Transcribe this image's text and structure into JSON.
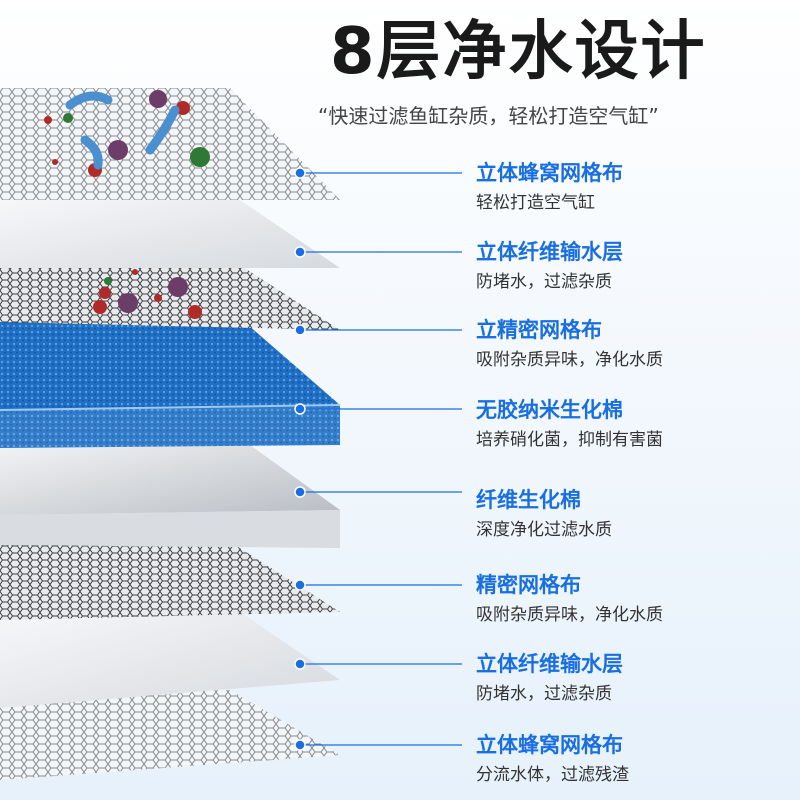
{
  "title": "8层净水设计",
  "subtitle": "“快速过滤鱼缸杂质，轻松打造空气缸”",
  "layers": [
    {
      "name": "立体蜂窝网格布",
      "desc": "轻松打造空气缸"
    },
    {
      "name": "立体纤维输水层",
      "desc": "防堵水，过滤杂质"
    },
    {
      "name": "立精密网格布",
      "desc": "吸附杂质异味，净化水质"
    },
    {
      "name": "无胶纳米生化棉",
      "desc": "培养硝化菌，抑制有害菌"
    },
    {
      "name": "纤维生化棉",
      "desc": "深度净化过滤水质"
    },
    {
      "name": "精密网格布",
      "desc": "吸附杂质异味，净化水质"
    },
    {
      "name": "立体纤维输水层",
      "desc": "防堵水，过滤杂质"
    },
    {
      "name": "立体蜂窝网格布",
      "desc": "分流水体，过滤残渣"
    }
  ],
  "colors": {
    "accent": "#1a6fe0",
    "sponge": "#1f6fc4",
    "mesh": "#8a8e94",
    "fiber": "#e9ebee"
  }
}
